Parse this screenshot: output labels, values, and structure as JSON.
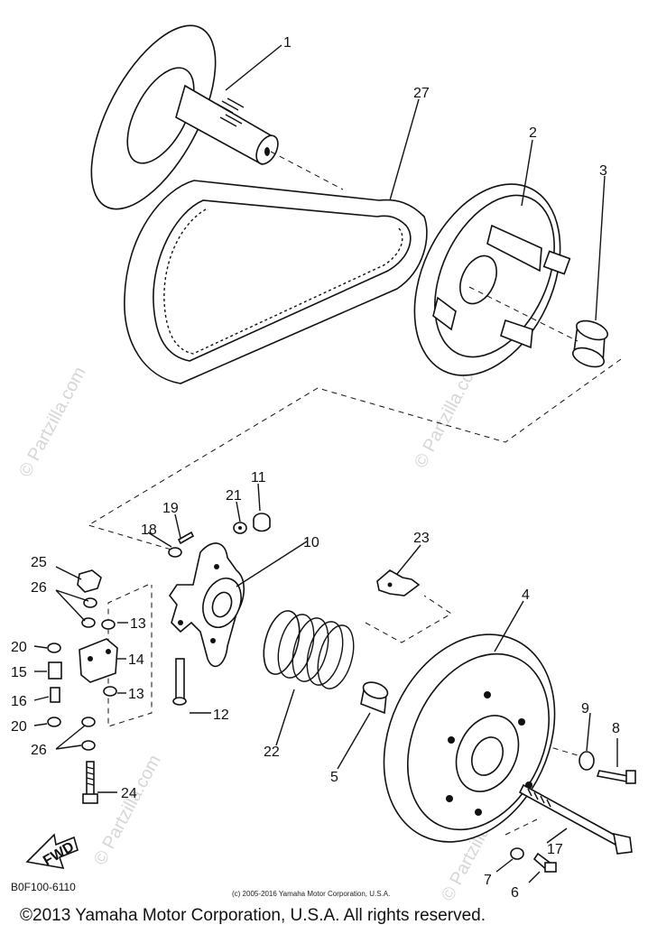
{
  "diagram": {
    "callouts": {
      "p1": "1",
      "p2": "2",
      "p3": "3",
      "p4": "4",
      "p5": "5",
      "p6": "6",
      "p7": "7",
      "p8": "8",
      "p9": "9",
      "p10": "10",
      "p11": "11",
      "p12": "12",
      "p13a": "13",
      "p13b": "13",
      "p14": "14",
      "p15": "15",
      "p16": "16",
      "p17": "17",
      "p18": "18",
      "p19": "19",
      "p20a": "20",
      "p20b": "20",
      "p21": "21",
      "p22": "22",
      "p23": "23",
      "p24": "24",
      "p25": "25",
      "p26a": "26",
      "p26b": "26",
      "p27": "27"
    },
    "fwd_label": "FWD",
    "drawing_code": "B0F100-6110",
    "small_copyright": "(c) 2005-2016 Yamaha Motor Corporation, U.S.A.",
    "watermark": "© Partzilla.com",
    "copyright": "©2013 Yamaha Motor Corporation, U.S.A. All rights reserved."
  }
}
